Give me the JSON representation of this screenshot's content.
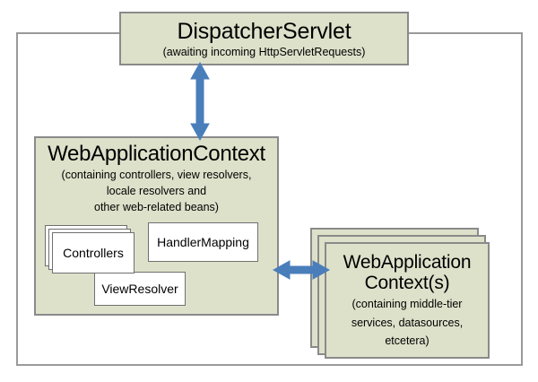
{
  "diagram": {
    "title": "Spring MVC DispatcherServlet context hierarchy",
    "colors": {
      "box_fill": "#dde1ca",
      "box_border": "#8a8a8a",
      "inner_box_fill": "#ffffff",
      "inner_box_border": "#6f6f6f",
      "arrow": "#4a7ebb",
      "frame_border": "#9a9a9a",
      "text": "#000000",
      "background": "#ffffff"
    },
    "nodes": {
      "dispatcher_servlet": {
        "title": "DispatcherServlet",
        "subtitle": "(awaiting incoming HttpServletRequests)"
      },
      "web_application_context": {
        "title": "WebApplicationContext",
        "subtitle_line1": "(containing controllers, view resolvers,",
        "subtitle_line2": "locale resolvers and",
        "subtitle_line3": "other web-related beans)"
      },
      "controllers": {
        "label": "Controllers"
      },
      "handler_mapping": {
        "label": "HandlerMapping"
      },
      "view_resolver": {
        "label": "ViewResolver"
      },
      "web_application_contexts": {
        "title_line1": "WebApplication",
        "title_line2": "Context(s)",
        "subtitle_line1": "(containing middle-tier",
        "subtitle_line2": "services, datasources,",
        "subtitle_line3": "etcetera)"
      }
    },
    "arrows": {
      "vertical": {
        "name": "dispatcher-to-context-arrow",
        "style": "double-headed",
        "orientation": "vertical"
      },
      "horizontal": {
        "name": "context-to-contexts-arrow",
        "style": "double-headed",
        "orientation": "horizontal"
      }
    }
  }
}
